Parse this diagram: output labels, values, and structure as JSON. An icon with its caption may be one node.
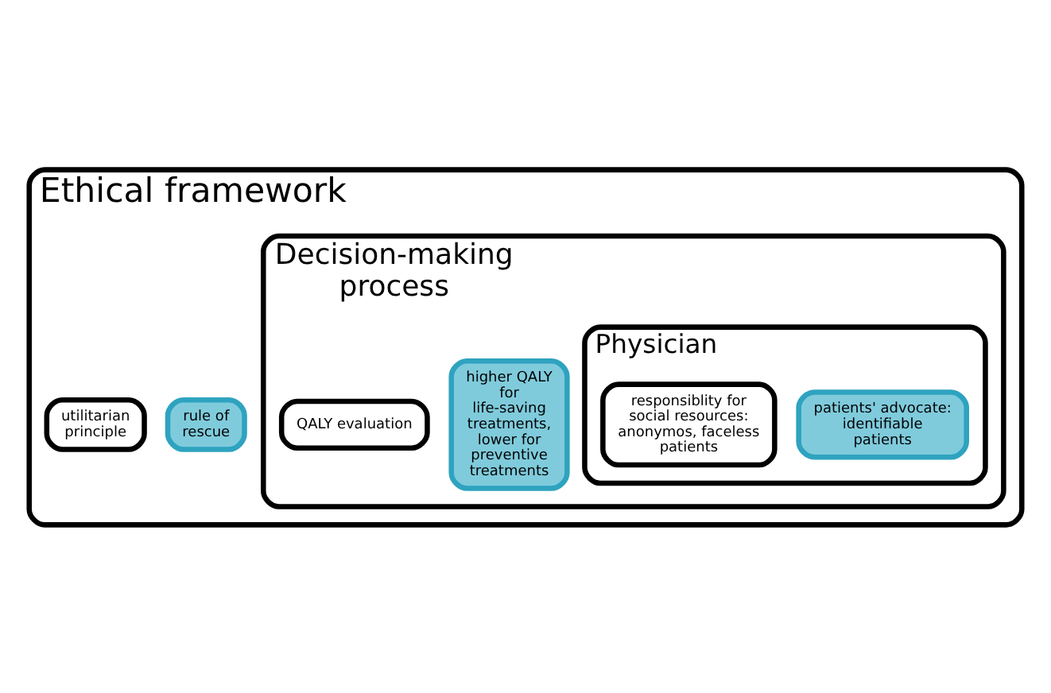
{
  "diagram": {
    "nodes": [
      {
        "text": [
          "Ethical framework"
        ]
      },
      {
        "text": [
          "rule of rescue"
        ],
        "in": 0
      },
      {
        "text": [
          "utilitarian principle"
        ],
        "in": 0
      },
      {
        "text": [
          "Decision-making process"
        ],
        "in": 0
      },
      {
        "text": [
          "higher QALY for life-saving treatments, lower for preventive treatments"
        ],
        "in": 3
      },
      {
        "text": [
          "QALY evaluation"
        ],
        "in": 3
      },
      {
        "text": [
          "Physician"
        ],
        "in": 3
      },
      {
        "text": [
          "patients' advocate: identifiable patients"
        ],
        "in": 6
      },
      {
        "text": [
          "responsiblity for social resources: anonymos, faceless patients"
        ],
        "in": 6
      }
    ]
  }
}
